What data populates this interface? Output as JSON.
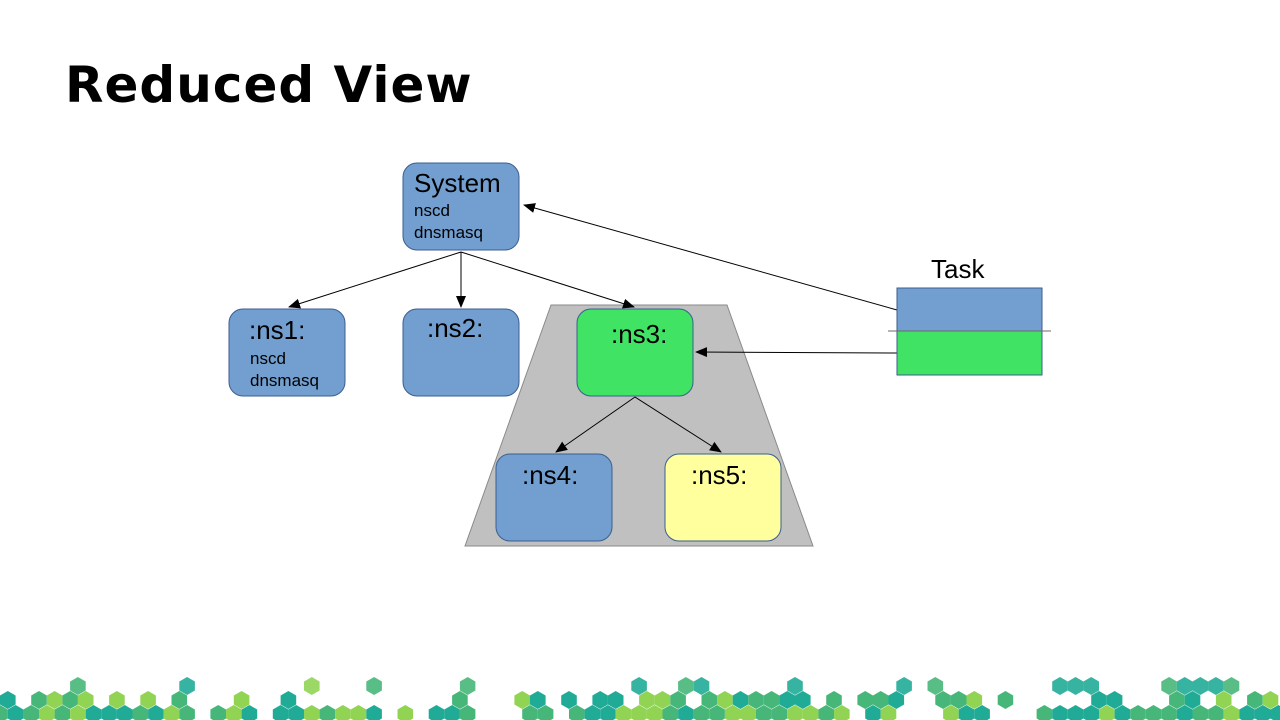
{
  "slide": {
    "title": "Reduced View"
  },
  "colors": {
    "blue": "#729fcf",
    "green": "#40e363",
    "yellow": "#ffff9e",
    "group": "#c0c0c0",
    "hex_dark": "#14a690",
    "hex_mid": "#3cb371",
    "hex_light": "#8bd14a"
  },
  "diagram": {
    "system": {
      "title": "System",
      "lines": [
        "nscd",
        "dnsmasq"
      ]
    },
    "ns1": {
      "title": ":ns1:",
      "lines": [
        "nscd",
        "dnsmasq"
      ]
    },
    "ns2": {
      "title": ":ns2:"
    },
    "ns3": {
      "title": ":ns3:"
    },
    "ns4": {
      "title": ":ns4:"
    },
    "ns5": {
      "title": ":ns5:"
    },
    "task": {
      "label": "Task"
    }
  }
}
